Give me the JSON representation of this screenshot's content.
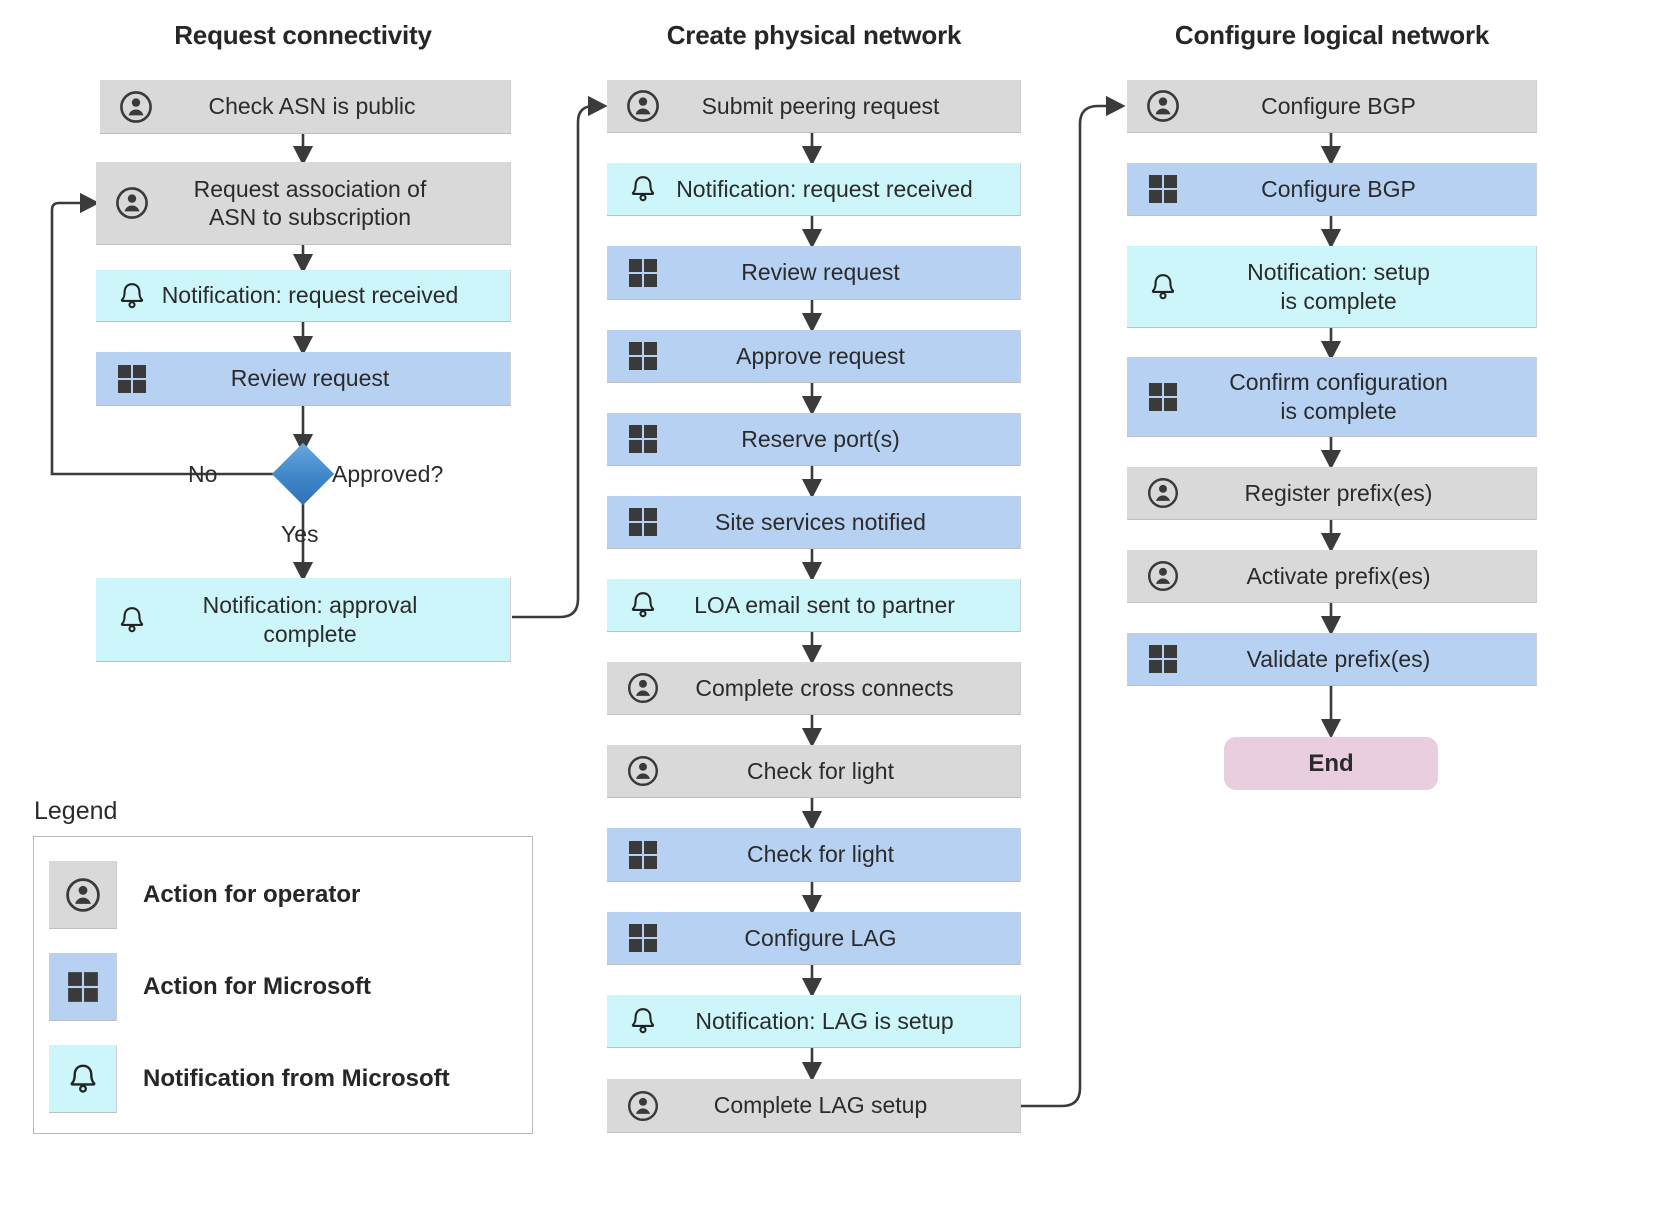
{
  "columns": [
    {
      "id": "request-connectivity",
      "title": "Request connectivity",
      "nodes": [
        {
          "id": "check-asn-is-public",
          "label": "Check ASN is public",
          "kind": "operator"
        },
        {
          "id": "request-association",
          "label": "Request association of\nASN to subscription",
          "kind": "operator"
        },
        {
          "id": "notification-request-received",
          "label": "Notification: request received",
          "kind": "notification"
        },
        {
          "id": "review-request",
          "label": "Review request",
          "kind": "microsoft"
        },
        {
          "id": "approved-decision",
          "label": "Approved?",
          "kind": "decision"
        },
        {
          "id": "notification-approval-complete",
          "label": "Notification: approval\ncomplete",
          "kind": "notification"
        }
      ]
    },
    {
      "id": "create-physical-network",
      "title": "Create physical network",
      "nodes": [
        {
          "id": "submit-peering-request",
          "label": "Submit peering request",
          "kind": "operator"
        },
        {
          "id": "notification-request-received-2",
          "label": "Notification: request received",
          "kind": "notification"
        },
        {
          "id": "review-request-2",
          "label": "Review request",
          "kind": "microsoft"
        },
        {
          "id": "approve-request",
          "label": "Approve request",
          "kind": "microsoft"
        },
        {
          "id": "reserve-ports",
          "label": "Reserve port(s)",
          "kind": "microsoft"
        },
        {
          "id": "site-services-notified",
          "label": "Site services notified",
          "kind": "microsoft"
        },
        {
          "id": "loa-email-sent-to-partner",
          "label": "LOA email sent to partner",
          "kind": "notification"
        },
        {
          "id": "complete-cross-connects",
          "label": "Complete cross connects",
          "kind": "operator"
        },
        {
          "id": "check-for-light-operator",
          "label": "Check for light",
          "kind": "operator"
        },
        {
          "id": "check-for-light-microsoft",
          "label": "Check for light",
          "kind": "microsoft"
        },
        {
          "id": "configure-lag",
          "label": "Configure LAG",
          "kind": "microsoft"
        },
        {
          "id": "notification-lag-is-setup",
          "label": "Notification: LAG is setup",
          "kind": "notification"
        },
        {
          "id": "complete-lag-setup",
          "label": "Complete LAG setup",
          "kind": "operator"
        }
      ]
    },
    {
      "id": "configure-logical-network",
      "title": "Configure logical network",
      "nodes": [
        {
          "id": "configure-bgp-operator",
          "label": "Configure BGP",
          "kind": "operator"
        },
        {
          "id": "configure-bgp-microsoft",
          "label": "Configure BGP",
          "kind": "microsoft"
        },
        {
          "id": "notification-setup-is-complete",
          "label": "Notification: setup\nis complete",
          "kind": "notification"
        },
        {
          "id": "confirm-configuration-is-complete",
          "label": "Confirm configuration\nis complete",
          "kind": "microsoft"
        },
        {
          "id": "register-prefixes",
          "label": "Register prefix(es)",
          "kind": "operator"
        },
        {
          "id": "activate-prefixes",
          "label": "Activate prefix(es)",
          "kind": "operator"
        },
        {
          "id": "validate-prefixes",
          "label": "Validate prefix(es)",
          "kind": "microsoft"
        },
        {
          "id": "end-terminator",
          "label": "End",
          "kind": "terminator"
        }
      ]
    }
  ],
  "edge_labels": {
    "no": "No",
    "yes": "Yes"
  },
  "legend": {
    "title": "Legend",
    "items": [
      {
        "id": "legend-operator",
        "label": "Action for operator",
        "kind": "operator",
        "icon": "person-circle-icon"
      },
      {
        "id": "legend-microsoft",
        "label": "Action for Microsoft",
        "kind": "microsoft",
        "icon": "microsoft-logo-icon"
      },
      {
        "id": "legend-notification",
        "label": "Notification from Microsoft",
        "kind": "notification",
        "icon": "bell-icon"
      }
    ]
  },
  "colors": {
    "operator_fill": "#d9d9d9",
    "microsoft_fill": "#b6d1f2",
    "notification_fill": "#cdf6fb",
    "decision_fill": "#3f87c9",
    "terminator_fill": "#e9cee0",
    "connector_stroke": "#3b3b3b",
    "text": "#2b2b2b"
  }
}
